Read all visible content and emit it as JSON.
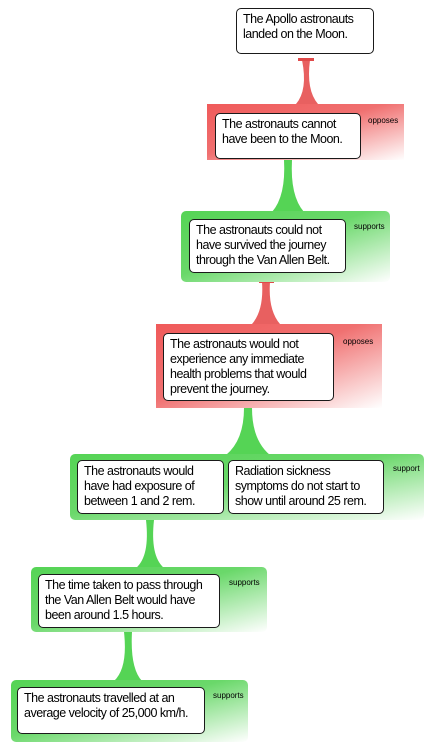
{
  "colors": {
    "oppose": "#f05a5a",
    "support": "#5ad85a",
    "box_border": "#1a1a1a"
  },
  "claim": "The Apollo astronauts landed on the Moon.",
  "nodes": [
    {
      "text": "The astronauts cannot have been to the Moon.",
      "relation": "opposes"
    },
    {
      "text": "The astronauts could not have survived the journey through the Van Allen Belt.",
      "relation": "supports"
    },
    {
      "text": "The astronauts would not experience any immediate health problems that would prevent the journey.",
      "relation": "opposes"
    },
    {
      "text": "The astronauts would have had exposure of between 1 and 2 rem.",
      "relation": "support",
      "co_premise": "Radiation sickness symptoms do not start to show until around 25 rem."
    },
    {
      "text": "The time taken to pass through the Van Allen Belt would have been around 1.5 hours.",
      "relation": "supports"
    },
    {
      "text": "The astronauts travelled at an average velocity of 25,000 km/h.",
      "relation": "supports"
    }
  ]
}
